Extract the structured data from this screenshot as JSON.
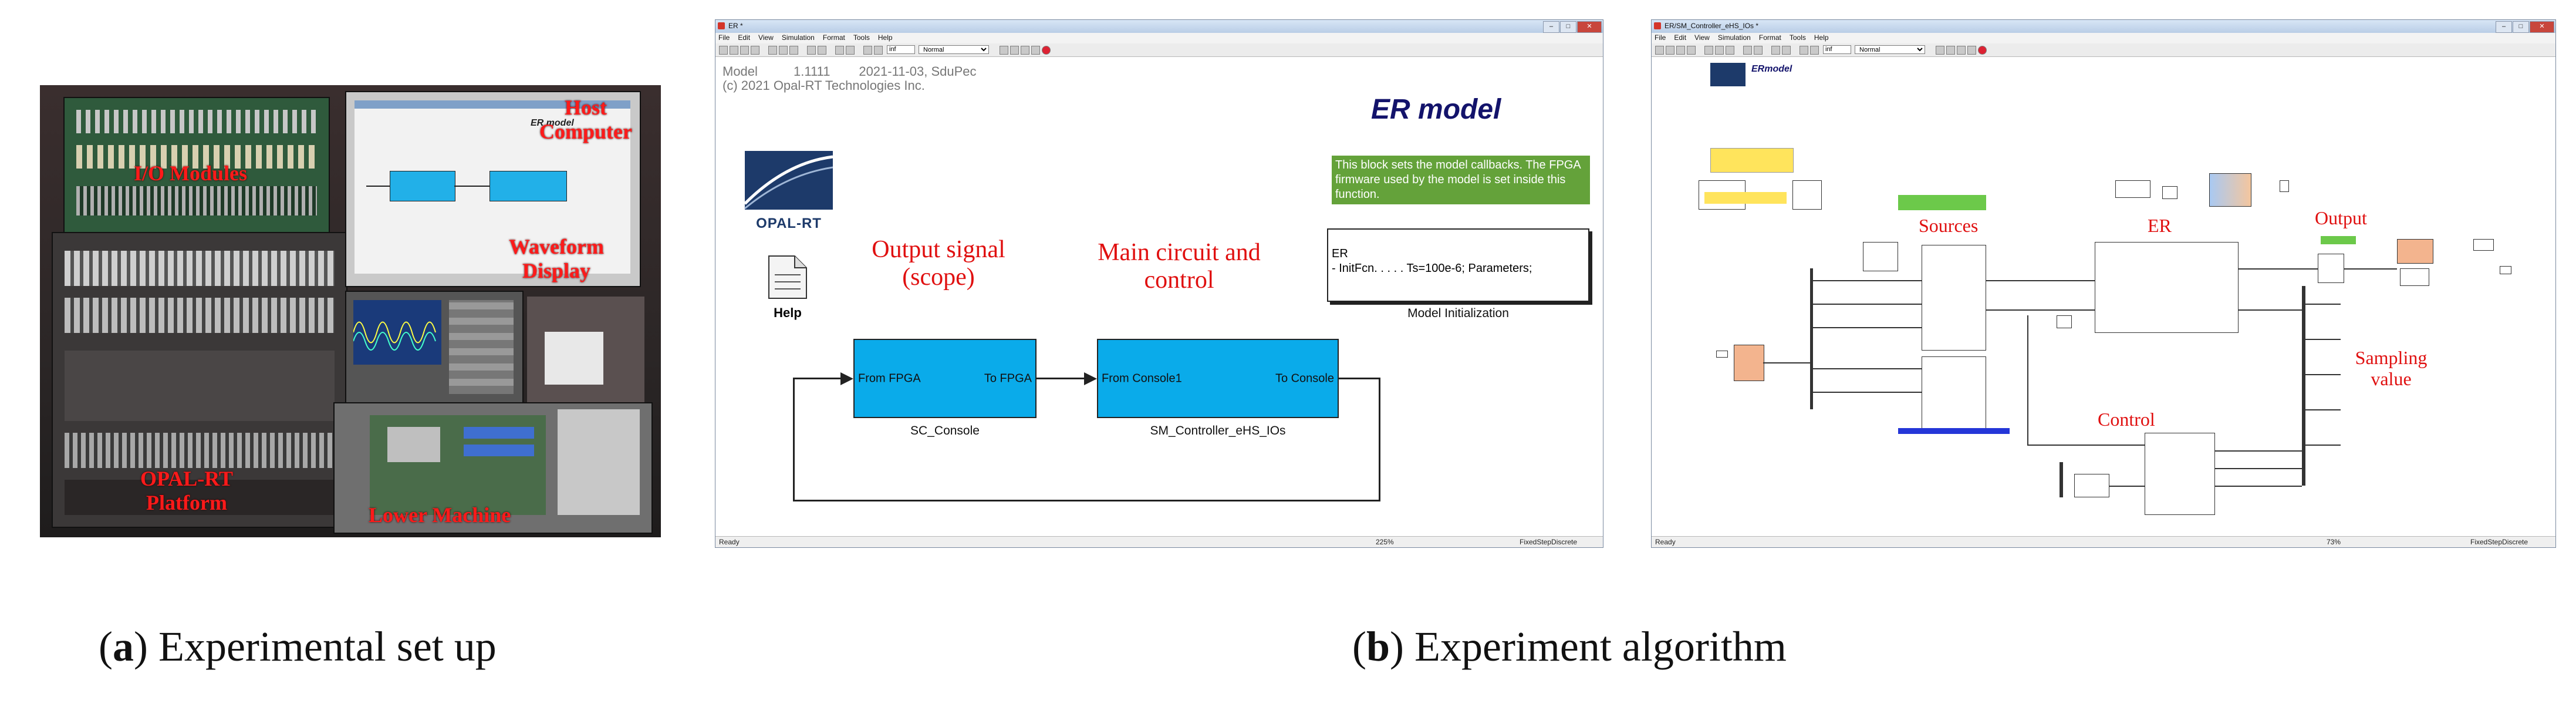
{
  "photo_a": {
    "labels": {
      "host_computer": "Host Computer",
      "io_modules": "I/O Modules",
      "waveform_display": "Waveform Display",
      "opal_rt_platform": "OPAL-RT Platform",
      "lower_machine": "Lower Machine"
    },
    "monitor_text": "ER model"
  },
  "win_b": {
    "title": "ER *",
    "menu": [
      "File",
      "Edit",
      "View",
      "Simulation",
      "Format",
      "Tools",
      "Help"
    ],
    "toolbar": {
      "sim_time": "inf",
      "mode": "Normal"
    },
    "info_line1": "Model          1.1111        2021-11-03, SduPec",
    "info_line2": "(c) 2021 Opal-RT Technologies Inc.",
    "model_title": "ER model",
    "opal_logo_text": "OPAL-RT",
    "help_label": "Help",
    "callback_note": "This block sets the model callbacks. The FPGA firmware used by the model is set inside this function.",
    "init_block": {
      "line1": "ER",
      "line2": "- InitFcn. . . . . Ts=100e-6; Parameters;",
      "caption": "Model Initialization"
    },
    "annot_output": "Output signal (scope)",
    "annot_main": "Main circuit and control",
    "block_console": {
      "in": "From FPGA",
      "out": "To FPGA",
      "caption": "SC_Console"
    },
    "block_controller": {
      "in": "From Console1",
      "out": "To Console",
      "caption": "SM_Controller_eHS_IOs"
    },
    "status": {
      "left": "Ready",
      "zoom": "225%",
      "solver": "FixedStepDiscrete"
    }
  },
  "win_c": {
    "title": "ER/SM_Controller_eHS_IOs *",
    "menu": [
      "File",
      "Edit",
      "View",
      "Simulation",
      "Format",
      "Tools",
      "Help"
    ],
    "toolbar": {
      "sim_time": "inf",
      "mode": "Normal"
    },
    "model_label": "ERmodel",
    "annot_sources": "Sources",
    "annot_er": "ER",
    "annot_output": "Output",
    "annot_sampling": "Sampling value",
    "annot_control": "Control",
    "status": {
      "left": "Ready",
      "zoom": "73%",
      "solver": "FixedStepDiscrete"
    }
  },
  "captions": {
    "a_letter": "a",
    "a_text": ") Experimental set up",
    "b_letter": "b",
    "b_text": ") Experiment algorithm"
  }
}
